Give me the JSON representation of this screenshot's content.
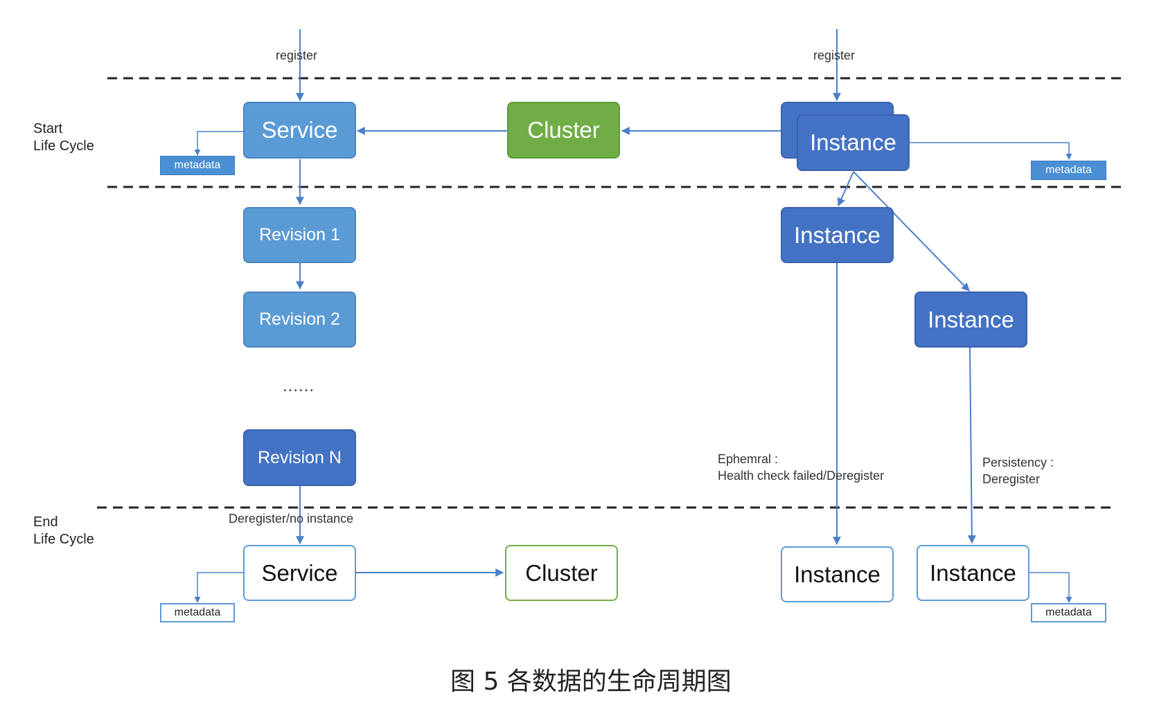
{
  "labels": {
    "register_left": "register",
    "register_right": "register",
    "start_phase": [
      "Start",
      "Life Cycle"
    ],
    "end_phase": [
      "End",
      "Life Cycle"
    ],
    "deregister_no_instance": "Deregister/no instance",
    "ephemeral": [
      "Ephemral :",
      "Health check failed/Deregister"
    ],
    "persistency": [
      "Persistency :",
      "Deregister"
    ],
    "ellipsis": "......"
  },
  "nodes": {
    "service_start": "Service",
    "cluster_start": "Cluster",
    "instance_back": "",
    "instance_start": "Instance",
    "revision_1": "Revision 1",
    "revision_2": "Revision 2",
    "revision_n": "Revision N",
    "instance_ephemeral": "Instance",
    "instance_persistent": "Instance",
    "service_end": "Service",
    "cluster_end": "Cluster",
    "instance_end_ephemeral": "Instance",
    "instance_end_persistent": "Instance"
  },
  "metadata": {
    "service_start": "metadata",
    "instance_start": "metadata",
    "service_end": "metadata",
    "instance_end": "metadata"
  },
  "caption": "图 5  各数据的生命周期图",
  "colors": {
    "light_blue": "#5b9bd5",
    "dark_blue": "#4472c4",
    "green": "#70ad47",
    "arrow": "#4a7fc9",
    "dashed": "#222222"
  }
}
